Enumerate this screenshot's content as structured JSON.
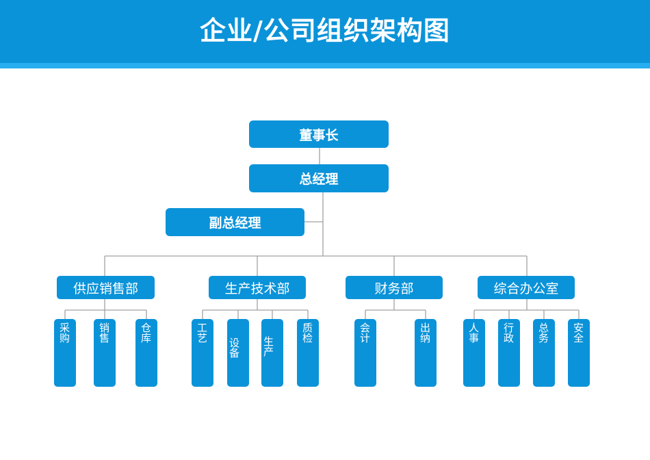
{
  "title": "企业/公司组织架构图",
  "colors": {
    "header": "#0b93d9",
    "header_stripe": "#27aef0",
    "box": "#0b93d9",
    "line": "#a0a0a0"
  },
  "top": {
    "chairman": "董事长",
    "general_manager": "总经理",
    "deputy_general_manager": "副总经理"
  },
  "departments": [
    {
      "label": "供应销售部",
      "units": [
        "采购",
        "销售",
        "仓库"
      ]
    },
    {
      "label": "生产技术部",
      "units": [
        "工艺",
        "设备",
        "生产",
        "质检"
      ]
    },
    {
      "label": "财务部",
      "units": [
        "会计",
        "出纳"
      ]
    },
    {
      "label": "综合办公室",
      "units": [
        "人事",
        "行政",
        "总务",
        "安全"
      ]
    }
  ]
}
